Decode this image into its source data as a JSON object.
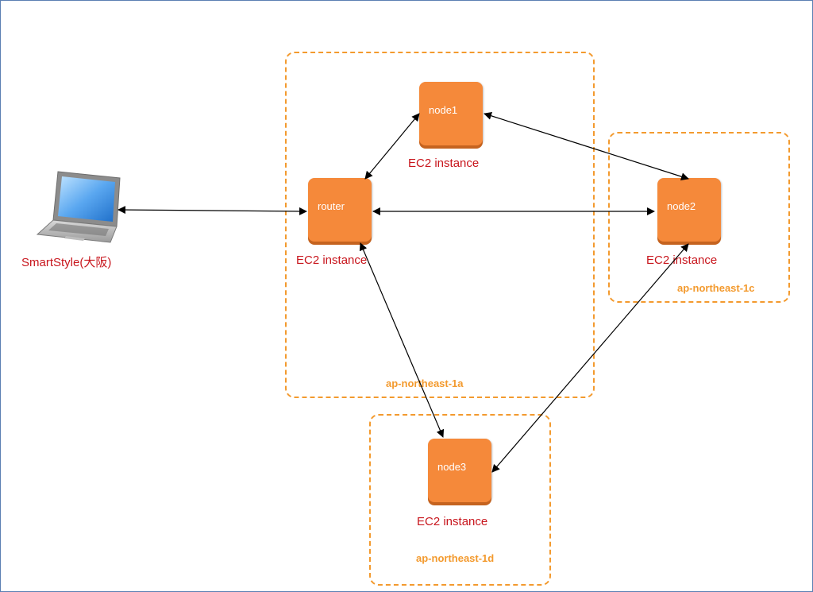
{
  "regions": {
    "a": {
      "label": "ap-northeast-1a"
    },
    "c": {
      "label": "ap-northeast-1c"
    },
    "d": {
      "label": "ap-northeast-1d"
    }
  },
  "nodes": {
    "router": {
      "label": "router",
      "caption": "EC2 instance"
    },
    "node1": {
      "label": "node1",
      "caption": "EC2 instance"
    },
    "node2": {
      "label": "node2",
      "caption": "EC2 instance"
    },
    "node3": {
      "label": "node3",
      "caption": "EC2 instance"
    }
  },
  "client": {
    "label": "SmartStyle(大阪)",
    "icon": "laptop-icon"
  },
  "colors": {
    "node_fill": "#f5893a",
    "region_border": "#f39a2e",
    "caption": "#c8161d",
    "arrow": "#000000"
  }
}
